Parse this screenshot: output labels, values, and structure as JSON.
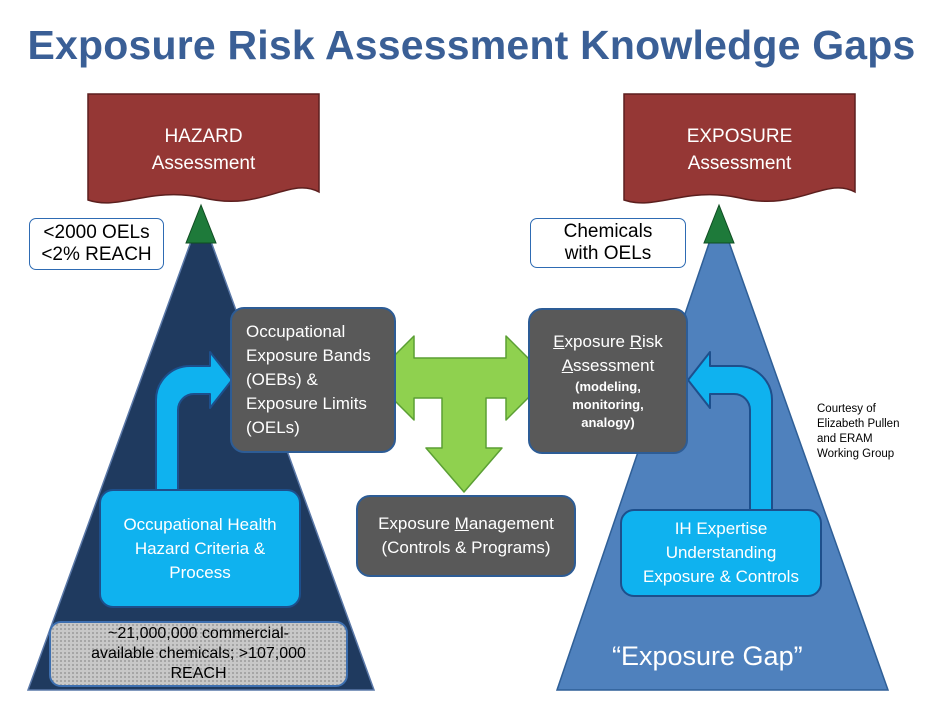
{
  "title": "Exposure Risk Assessment Knowledge Gaps",
  "hazard_banner": [
    "HAZARD",
    "Assessment"
  ],
  "exposure_banner": [
    "EXPOSURE",
    "Assessment"
  ],
  "hazard_note": [
    "<2000 OELs",
    "<2%  REACH"
  ],
  "exposure_note": [
    "Chemicals",
    "with OELs"
  ],
  "oeb_box": [
    "Occupational",
    "Exposure Bands",
    "(OEBs) &",
    "Exposure Limits",
    "(OELs)"
  ],
  "era_box": {
    "lines": [
      [
        {
          "t": "E",
          "u": true
        },
        {
          "t": "xposure "
        },
        {
          "t": "R",
          "u": true
        },
        {
          "t": "isk"
        }
      ],
      [
        {
          "t": "A",
          "u": true
        },
        {
          "t": "ssessment"
        }
      ]
    ],
    "sub": [
      "(modeling,",
      "monitoring,",
      "analogy)"
    ]
  },
  "mgmt_box": {
    "lines": [
      [
        {
          "t": "Exposure "
        },
        {
          "t": "M",
          "u": true
        },
        {
          "t": "anagement"
        }
      ],
      [
        {
          "t": "(Controls & Programs)"
        }
      ]
    ]
  },
  "ohhc_box": [
    "Occupational Health",
    "Hazard Criteria &",
    "Process"
  ],
  "ih_box": [
    "IH Expertise",
    "Understanding",
    "Exposure & Controls"
  ],
  "chem_box": [
    "~21,000,000 commercial-",
    "available chemicals; >107,000",
    "REACH"
  ],
  "courtesy": [
    "Courtesy of",
    "Elizabeth Pullen",
    "and ERAM",
    "Working Group"
  ],
  "gap_label": "“Exposure Gap”",
  "colors": {
    "title": "#3a5f96",
    "banner": "#953735",
    "left_triangle": "#1f3a5f",
    "right_triangle": "#4f81bd",
    "tip": "#1e7a3a",
    "dark_box": "#595959",
    "cyan_box": "#0fb2ef",
    "green_arrow": "#8fd14f"
  }
}
